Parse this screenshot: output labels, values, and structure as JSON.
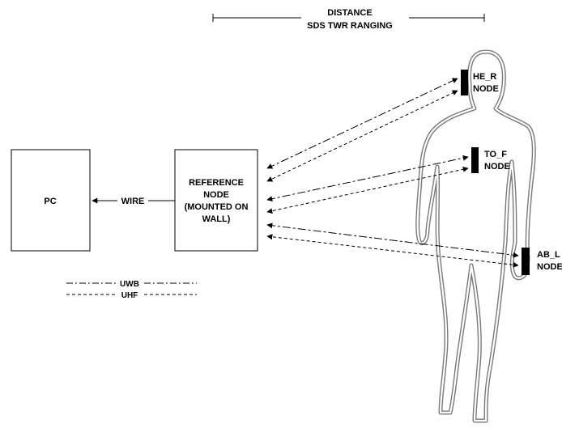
{
  "header": {
    "distance": "DISTANCE",
    "ranging": "SDS TWR RANGING"
  },
  "pc_box": {
    "label": "PC"
  },
  "wire": {
    "label": "WIRE"
  },
  "reference_node": {
    "lines": [
      "REFERENCE",
      "NODE",
      "(MOUNTED ON",
      "WALL)"
    ]
  },
  "nodes": {
    "head": {
      "name": "HE_R",
      "type": "NODE"
    },
    "torso": {
      "name": "TO_F",
      "type": "NODE"
    },
    "arm": {
      "name": "AB_L",
      "type": "NODE"
    }
  },
  "legend": {
    "uwb": "UWB",
    "uhf": "UHF"
  }
}
